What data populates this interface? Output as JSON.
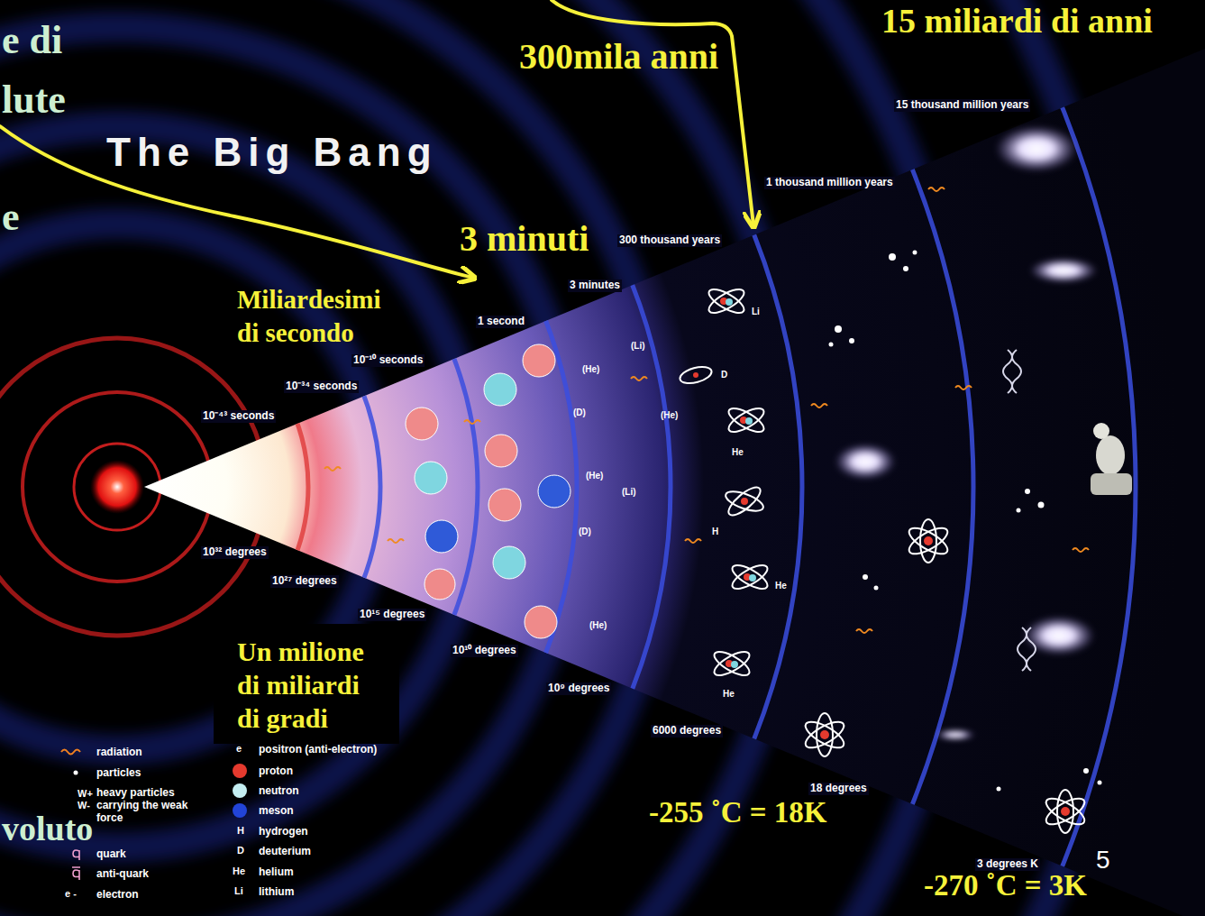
{
  "diagram": {
    "title": "The Big Bang",
    "nodes": [
      {
        "text": [
          "Un milione di miliardi di gradi"
        ]
      }
    ],
    "labels": [
      "e di",
      "lute",
      "e",
      "300mila anni",
      "15 miliardi di anni",
      "3 minuti",
      "Miliardesimi di secondo",
      "15 thousand million years",
      "1 thousand million years",
      "300 thousand years",
      "3 minutes",
      "1 second",
      "10⁻¹⁰ seconds",
      "10⁻³⁴ seconds",
      "10⁻⁴³ seconds",
      "10³² degrees",
      "10²⁷ degrees",
      "10¹⁵ degrees",
      "10¹⁰ degrees",
      "10⁹ degrees",
      "6000 degrees",
      "18 degrees",
      "3 degrees K",
      "-255 ˚C = 18K",
      "-270 ˚C = 3K",
      "5",
      "voluto",
      "(Li)",
      "(He)",
      "(D)",
      "(He)",
      "(He)",
      "(Li)",
      "(D)",
      "(He)",
      "Li",
      "D",
      "He",
      "H",
      "He",
      "He",
      "W+",
      "W-",
      "e -",
      "e",
      "H",
      "D",
      "He",
      "Li"
    ],
    "legend": [
      {
        "text": "radiation"
      },
      {
        "text": "particles"
      },
      {
        "text": "heavy particles carrying the weak force"
      },
      {
        "text": "quark"
      },
      {
        "text": "anti-quark"
      },
      {
        "text": "electron"
      },
      {
        "text": "positron (anti-electron)"
      },
      {
        "text": "proton",
        "color": "#e53a2e"
      },
      {
        "text": "neutron",
        "color": "#c4eef2"
      },
      {
        "text": "meson",
        "color": "#2244d8"
      },
      {
        "text": "hydrogen"
      },
      {
        "text": "deuterium"
      },
      {
        "text": "helium"
      },
      {
        "text": "lithium"
      }
    ]
  }
}
